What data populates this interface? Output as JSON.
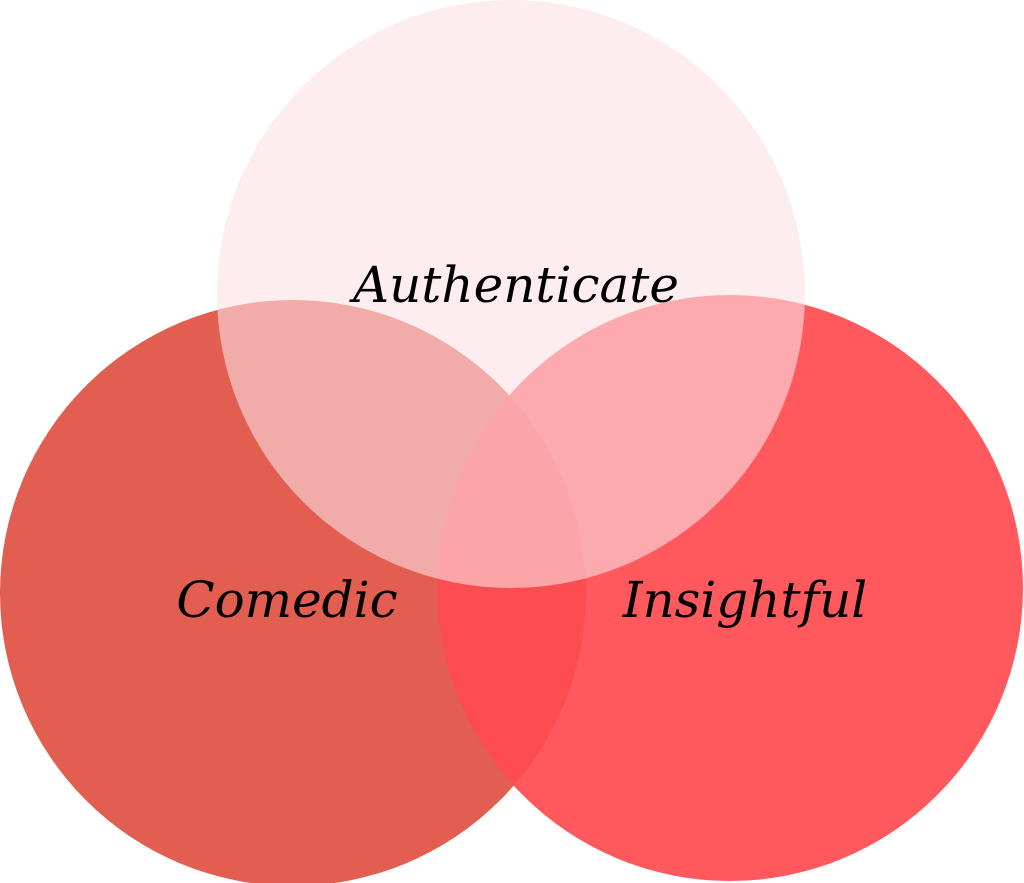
{
  "diagram": {
    "type": "venn",
    "sets": [
      {
        "id": "comedic",
        "label": "Comedic",
        "color": "#db3a2a",
        "opacity": 0.82
      },
      {
        "id": "insightful",
        "label": "Insightful",
        "color": "#ff4b4f",
        "opacity": 0.92
      },
      {
        "id": "authenticate",
        "label": "Authenticate",
        "color": "#fbe1e4",
        "opacity": 0.6
      }
    ]
  }
}
